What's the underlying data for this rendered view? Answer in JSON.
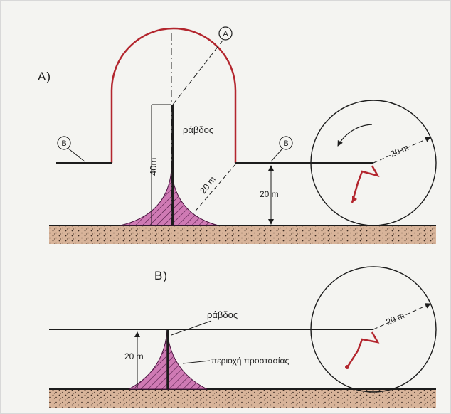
{
  "diagram": {
    "part_a": {
      "section_label": "A)",
      "marker_a": "A",
      "marker_b_left": "B",
      "marker_b_right": "B",
      "rod_label": "ράβδος",
      "height_label": "40m",
      "sphere_radius_label": "20 m",
      "slant_radius_label": "20 m",
      "vertical_label": "20 m"
    },
    "part_b": {
      "section_label": "B)",
      "rod_label": "ράβδος",
      "height_label": "20 m",
      "sphere_radius_label": "20 m",
      "zone_label": "περιοχή προστασίας"
    },
    "colors": {
      "arc": "#b3262e",
      "zone_fill": "#cf7ab4",
      "hatch": "#4a1440",
      "ground": "#d8b49a",
      "ink": "#1c1c1c"
    }
  }
}
